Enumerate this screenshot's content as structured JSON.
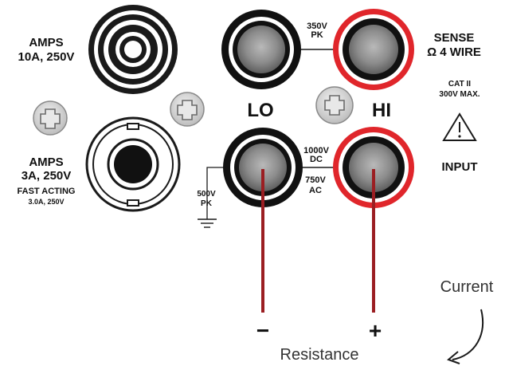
{
  "amps_10a": {
    "line1": "AMPS",
    "line2": "10A, 250V"
  },
  "amps_3a": {
    "line1": "AMPS",
    "line2": "3A, 250V",
    "line3": "FAST ACTING",
    "line4": "3.0A, 250V"
  },
  "sense": {
    "line1": "SENSE",
    "line2": "Ω 4 WIRE"
  },
  "cat": {
    "line1": "CAT II",
    "line2": "300V MAX."
  },
  "input_label": "INPUT",
  "lo_label": "LO",
  "hi_label": "HI",
  "rating_350": {
    "line1": "350V",
    "line2": "PK"
  },
  "rating_1000": {
    "line1": "1000V",
    "line2": "DC"
  },
  "rating_750": {
    "line1": "750V",
    "line2": "AC"
  },
  "rating_500": {
    "line1": "500V",
    "line2": "PK"
  },
  "minus_sign": "−",
  "plus_sign": "+",
  "current_label": "Current",
  "resistance_label": "Resistance",
  "colors": {
    "hi_ring": "#e0262b",
    "lead_wire": "#9b1e22",
    "terminal_black": "#111111",
    "terminal_grey": "#8a8a8a"
  }
}
